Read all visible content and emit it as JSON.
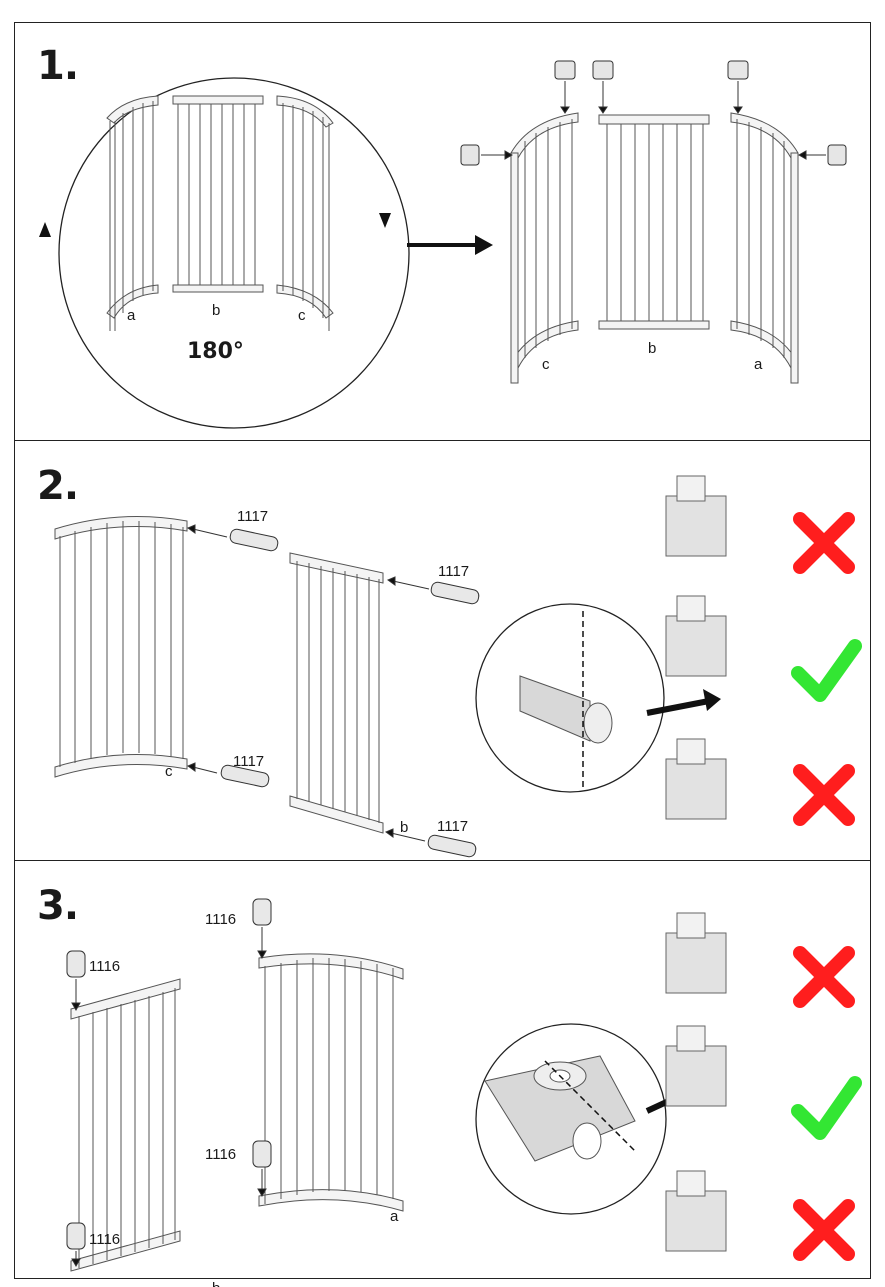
{
  "steps": [
    {
      "number": "1."
    },
    {
      "number": "2."
    },
    {
      "number": "3."
    }
  ],
  "step1": {
    "rotation": "180°",
    "before_labels": [
      "a",
      "b",
      "c"
    ],
    "after_labels": [
      "c",
      "b",
      "a"
    ]
  },
  "step2": {
    "part_code": "1117",
    "labels": [
      "c",
      "b"
    ]
  },
  "step3": {
    "part_code": "1116",
    "labels": [
      "a",
      "b"
    ]
  },
  "colors": {
    "wrong": "#ff1e1e",
    "correct": "#33e633",
    "line": "#333333"
  },
  "icons": [
    "cross-icon",
    "check-icon",
    "arrow-icon",
    "rotate-icon"
  ]
}
